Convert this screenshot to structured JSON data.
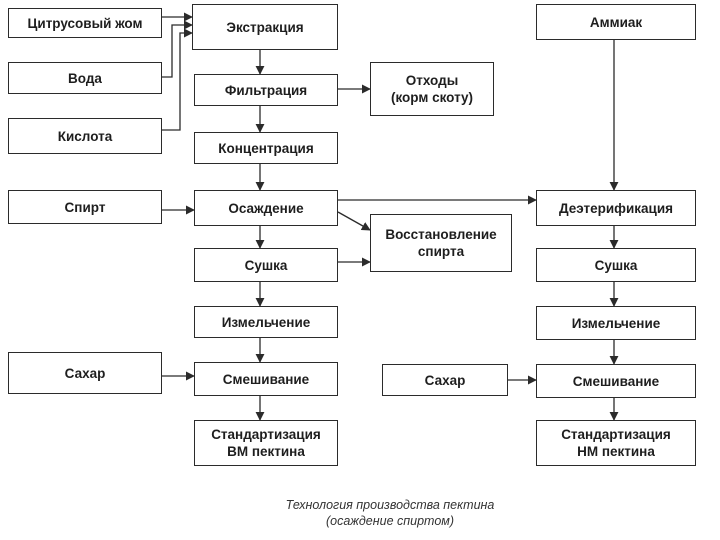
{
  "boxes": {
    "citrus": "Цитрусовый жом",
    "water": "Вода",
    "acid": "Кислота",
    "extraction": "Экстракция",
    "filtration": "Фильтрация",
    "waste": "Отходы\n(корм скоту)",
    "concentration": "Концентрация",
    "alcohol": "Спирт",
    "precipitation": "Осаждение",
    "recovery": "Восстановление\nспирта",
    "drying_left": "Сушка",
    "grinding_left": "Измельчение",
    "sugar_left": "Сахар",
    "mixing_left": "Смешивание",
    "standard_left": "Стандартизация\nВМ пектина",
    "ammonia": "Аммиак",
    "deesterification": "Деэтерификация",
    "drying_right": "Сушка",
    "grinding_right": "Измельчение",
    "sugar_right": "Сахар",
    "mixing_right": "Смешивание",
    "standard_right": "Стандартизация\nНМ пектина"
  },
  "caption": {
    "line1": "Технология производства пектина",
    "line2": "(осаждение спиртом)"
  }
}
